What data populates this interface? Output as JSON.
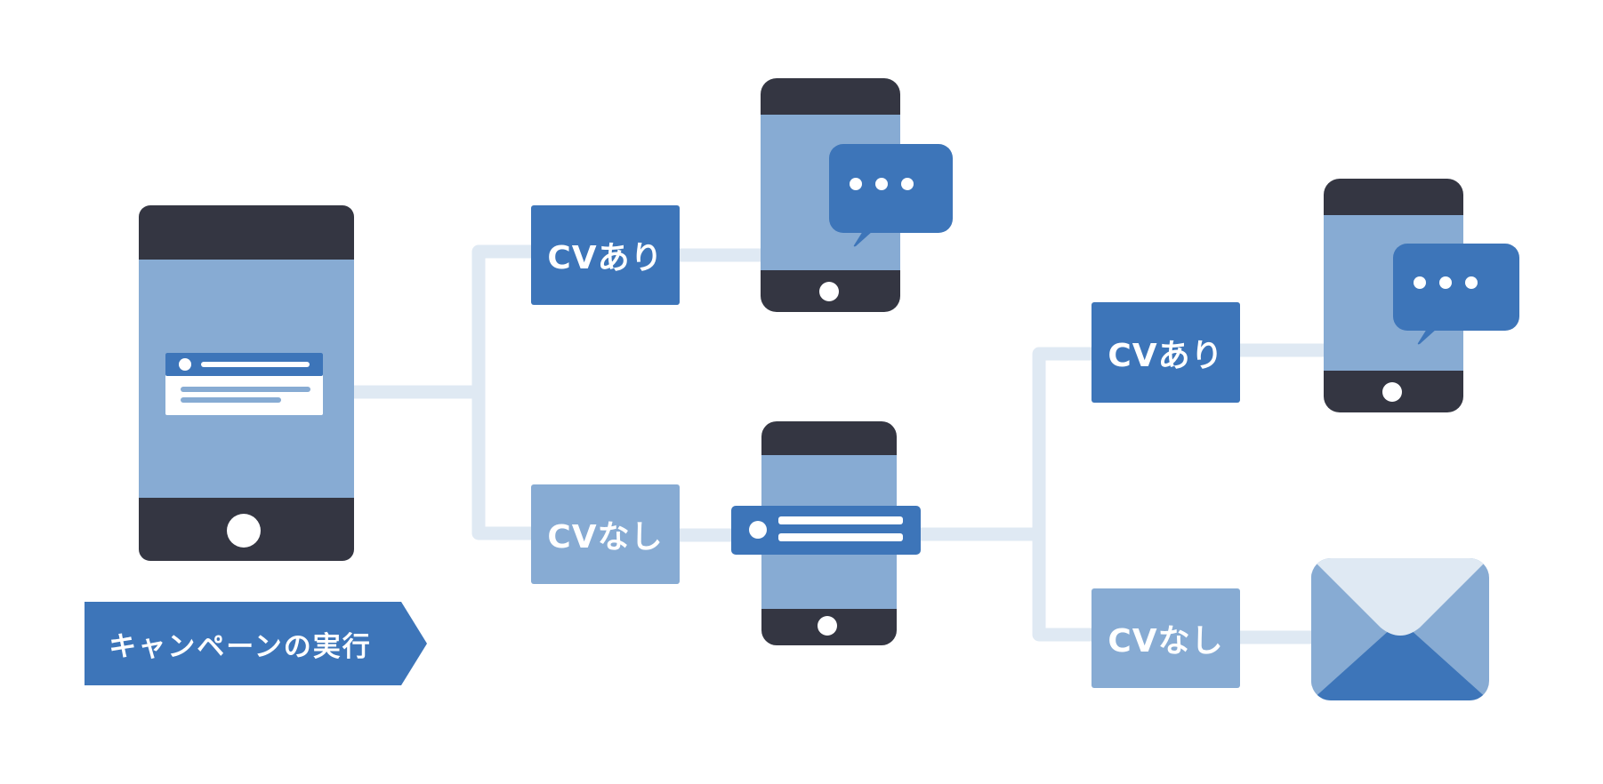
{
  "colors": {
    "connector": "#dfe9f3",
    "screen": "#87abd3",
    "bezel": "#343642",
    "accent": "#3d75b9",
    "white": "#ffffff",
    "envelope_flap": "#dfe9f3"
  },
  "campaign": {
    "label": "キャンペーンの実行"
  },
  "branch1": {
    "cv_yes": {
      "label": "CVあり"
    },
    "cv_no": {
      "label": "CVなし"
    }
  },
  "branch2": {
    "cv_yes": {
      "label": "CVあり"
    },
    "cv_no": {
      "label": "CVなし"
    }
  },
  "icons": {
    "tablet": "tablet-icon",
    "smartphone": "smartphone-icon",
    "chat": "chat-bubble-icon",
    "notification": "push-notification-icon",
    "mail": "envelope-icon"
  }
}
